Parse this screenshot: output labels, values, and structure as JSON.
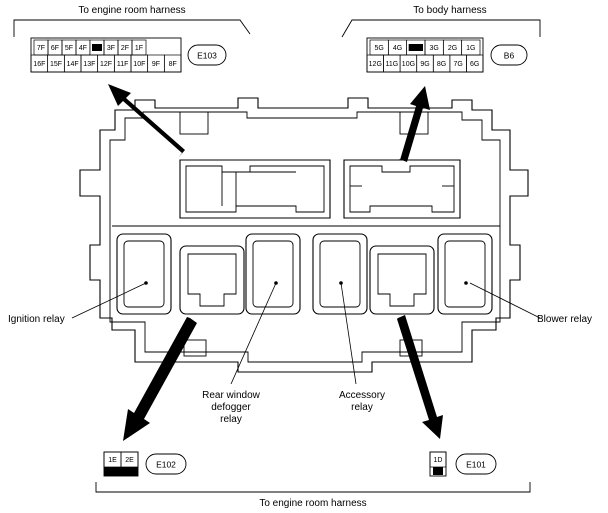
{
  "harness_labels": {
    "top_left": "To engine room harness",
    "top_right": "To body harness",
    "bottom": "To engine room harness"
  },
  "connectors": {
    "e103": {
      "name": "E103",
      "top_row": [
        "7F",
        "6F",
        "5F",
        "4F",
        "",
        "3F",
        "2F",
        "1F"
      ],
      "bottom_row": [
        "16F",
        "15F",
        "14F",
        "13F",
        "12F",
        "11F",
        "10F",
        "9F",
        "8F"
      ]
    },
    "b6": {
      "name": "B6",
      "top_row": [
        "5G",
        "4G",
        "",
        "3G",
        "2G",
        "1G"
      ],
      "bottom_row": [
        "12G",
        "11G",
        "10G",
        "9G",
        "8G",
        "7G",
        "6G"
      ]
    },
    "e102": {
      "name": "E102",
      "top_row": [
        "1E",
        "2E"
      ]
    },
    "e101": {
      "name": "E101",
      "top_row": [
        "1D"
      ]
    }
  },
  "relay_labels": {
    "ignition": "Ignition relay",
    "blower": "Blower relay",
    "rear_defogger": [
      "Rear window",
      "defogger",
      "relay"
    ],
    "accessory": [
      "Accessory",
      "relay"
    ]
  }
}
